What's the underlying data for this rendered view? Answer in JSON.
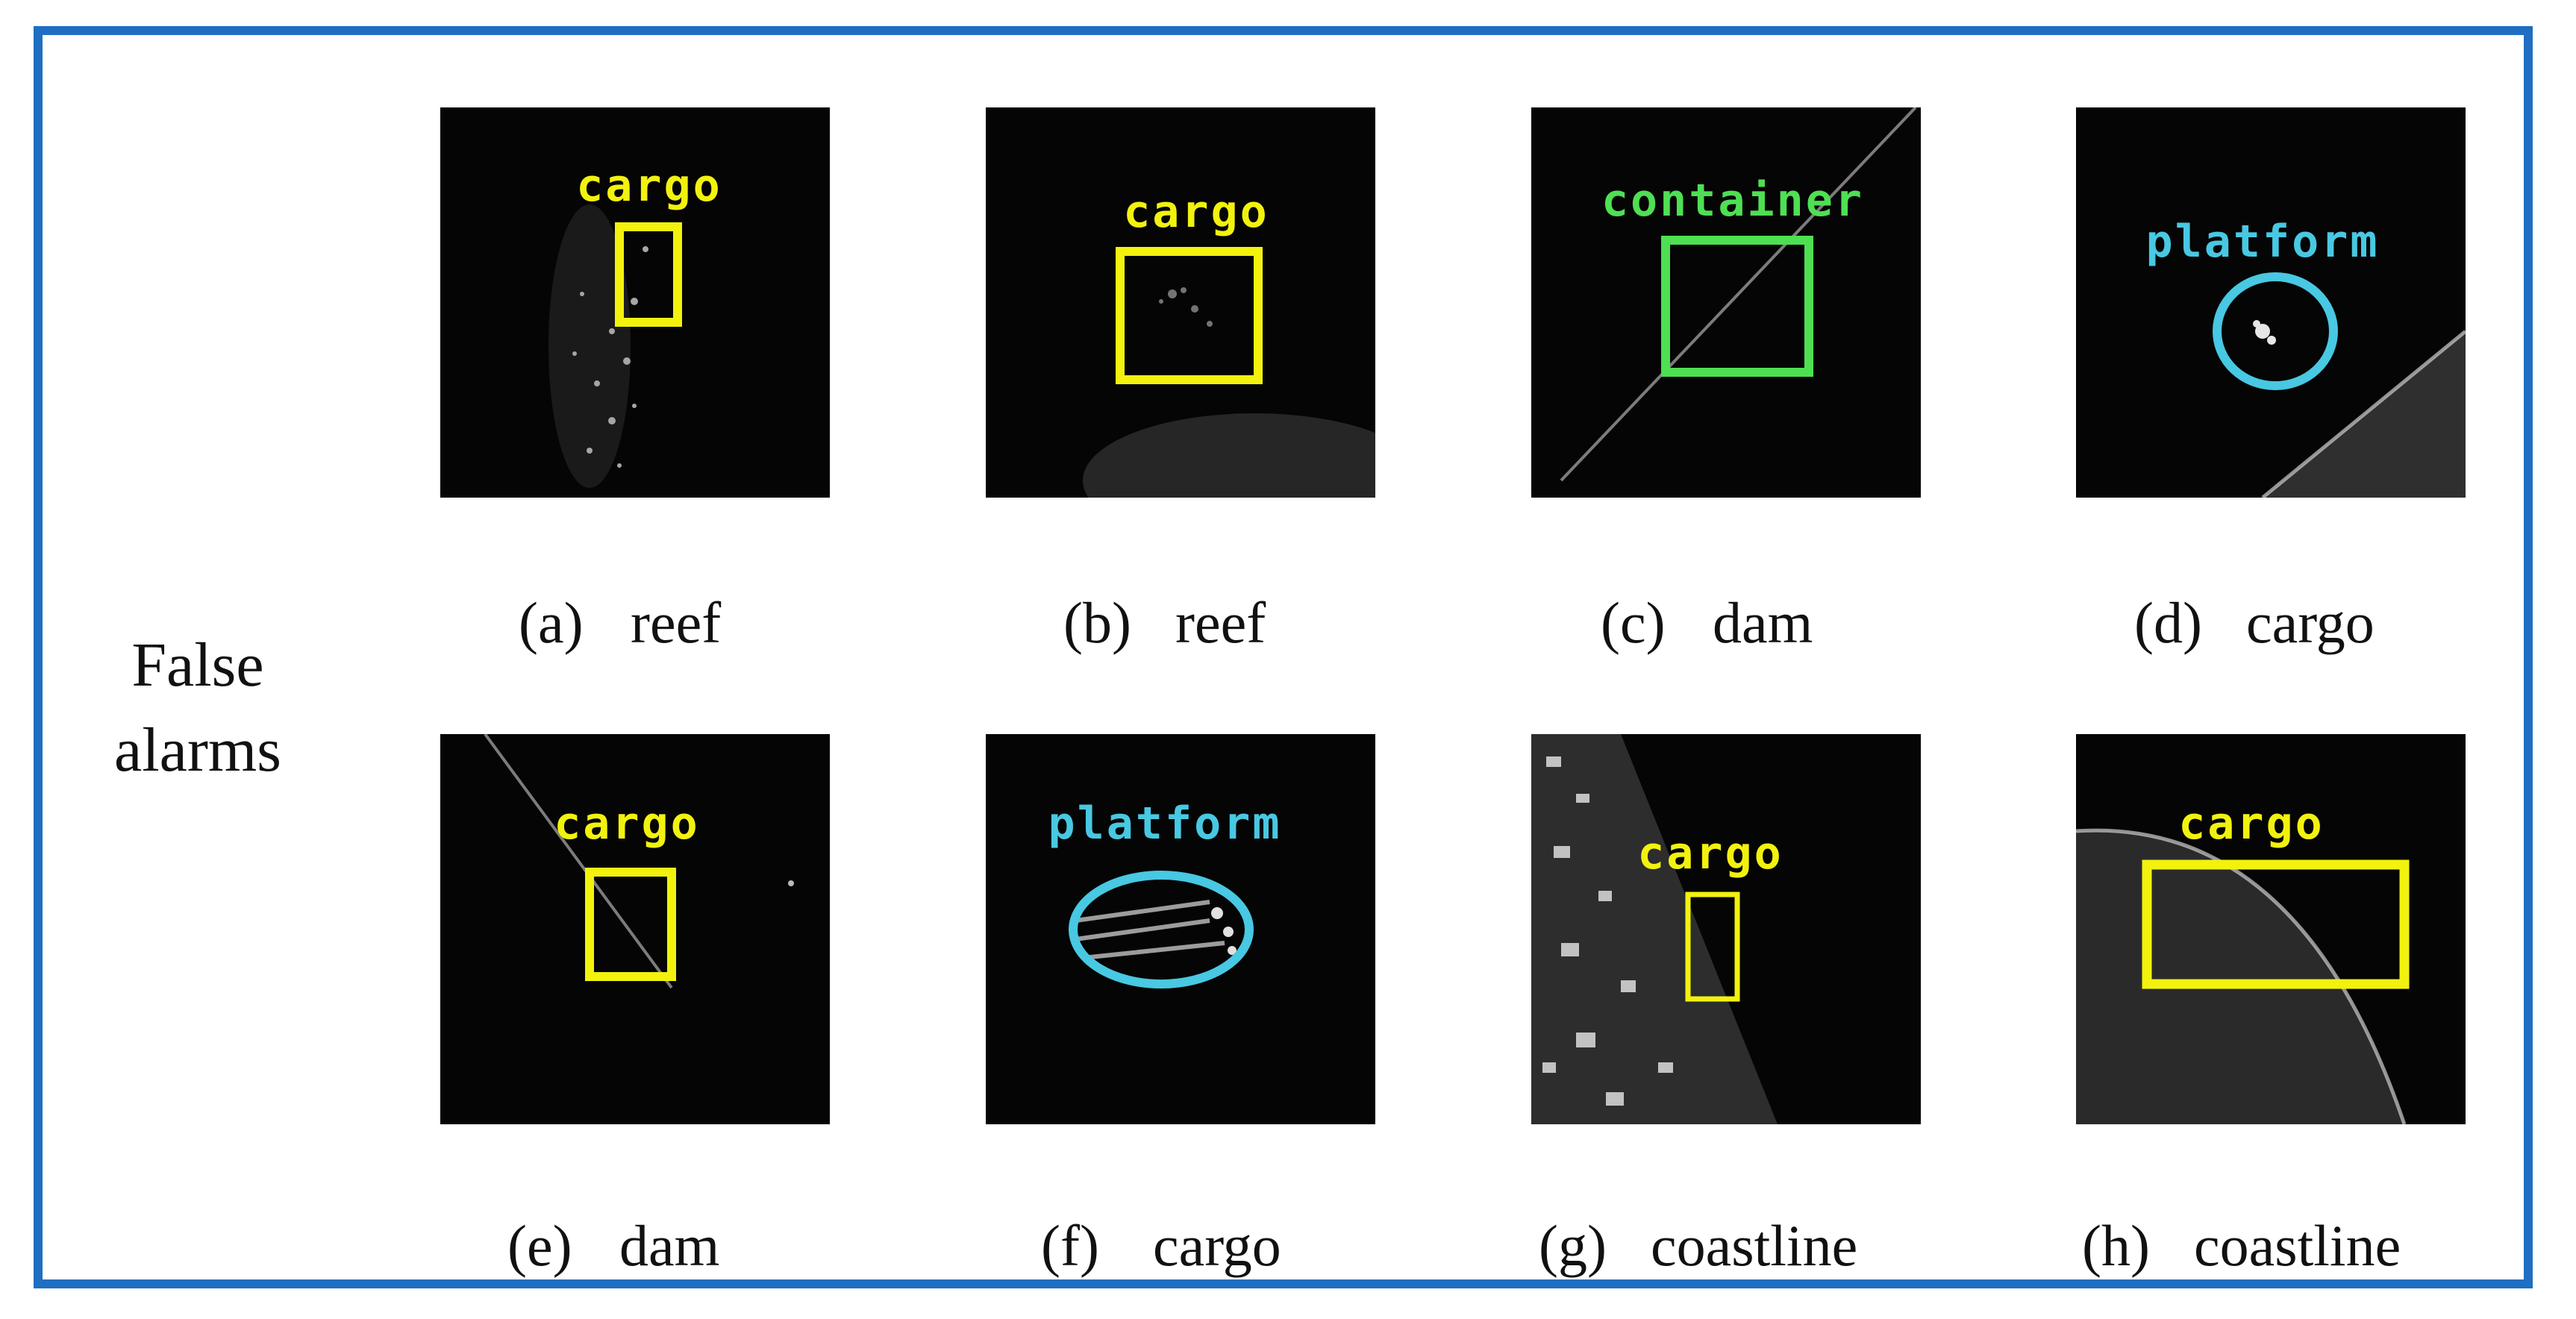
{
  "row_label": "False\nalarms",
  "colors": {
    "frame": "#1f6ec1",
    "cargo": "#f2f20e",
    "container": "#4ee052",
    "platform": "#48c8e2"
  },
  "panels": [
    {
      "letter": "(a)",
      "truth": "reef",
      "detection": "cargo"
    },
    {
      "letter": "(b)",
      "truth": "reef",
      "detection": "cargo"
    },
    {
      "letter": "(c)",
      "truth": "dam",
      "detection": "container"
    },
    {
      "letter": "(d)",
      "truth": "cargo",
      "detection": "platform"
    },
    {
      "letter": "(e)",
      "truth": "dam",
      "detection": "cargo"
    },
    {
      "letter": "(f)",
      "truth": "cargo",
      "detection": "platform"
    },
    {
      "letter": "(g)",
      "truth": "coastline",
      "detection": "cargo"
    },
    {
      "letter": "(h)",
      "truth": "coastline",
      "detection": "cargo"
    }
  ]
}
